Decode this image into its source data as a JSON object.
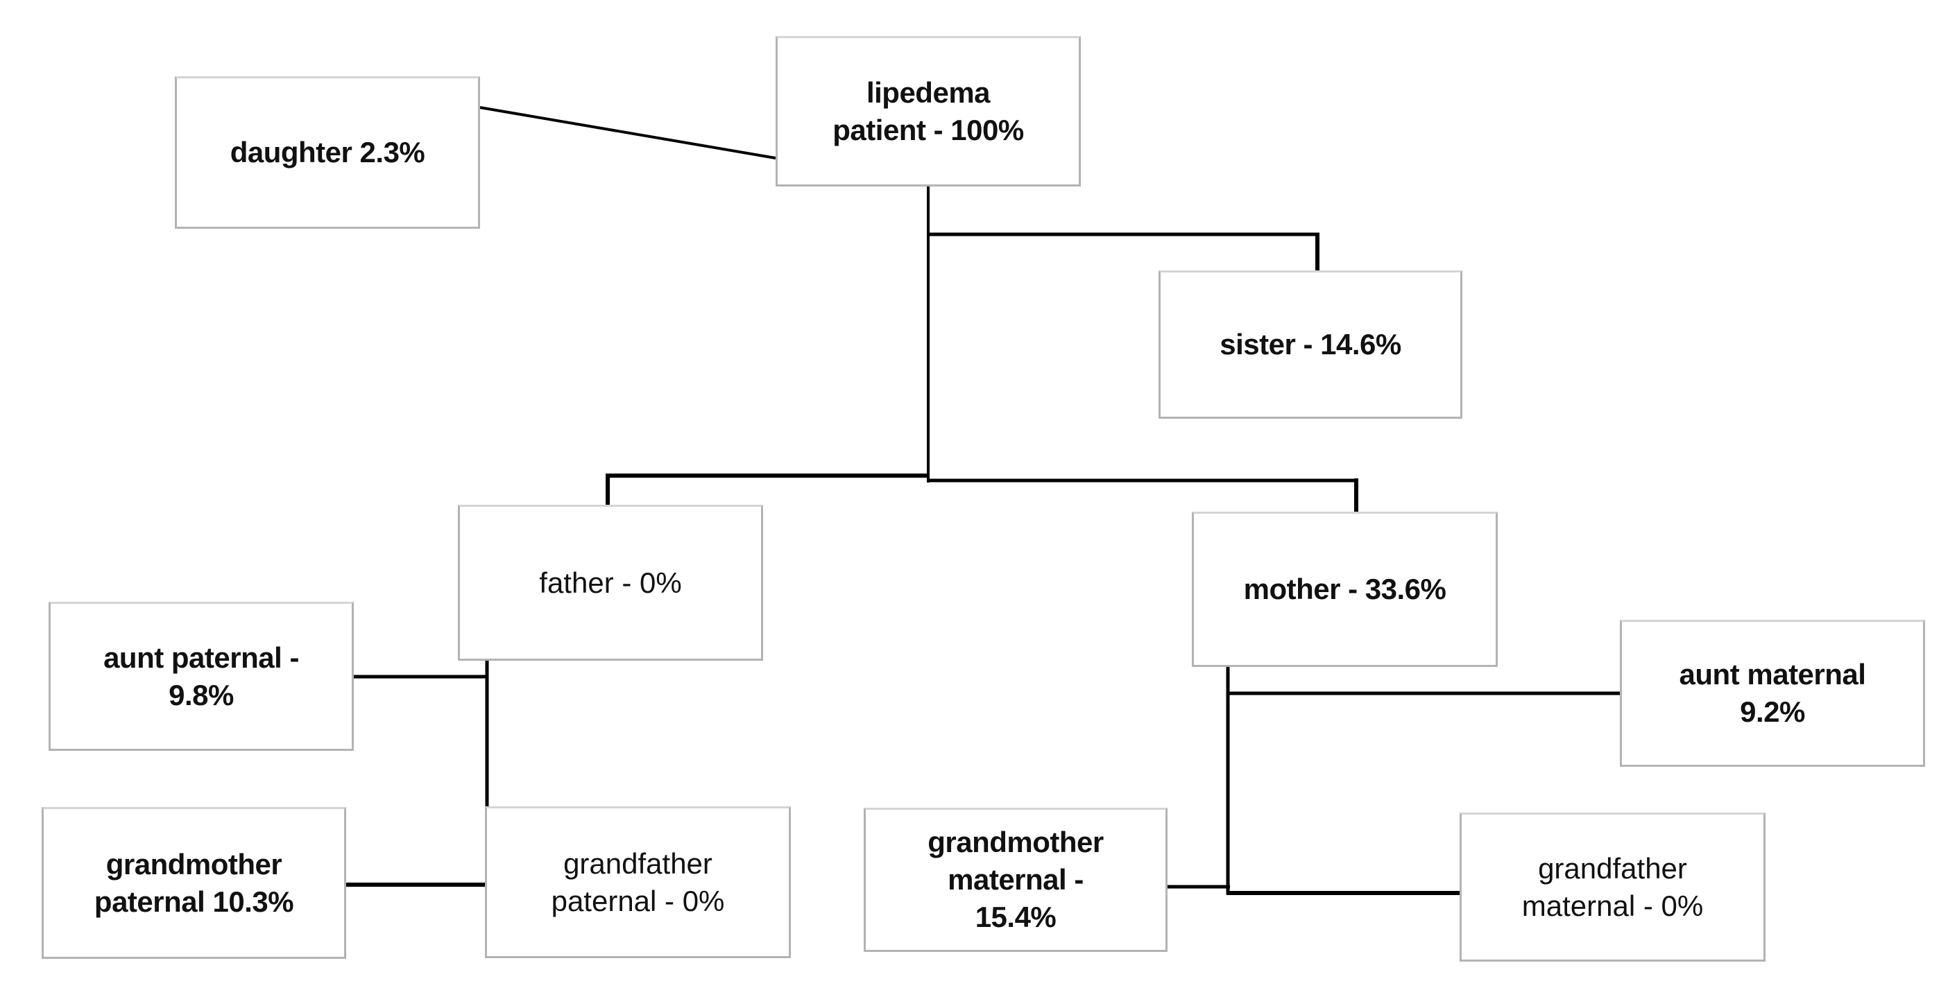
{
  "diagram": {
    "background_color": "#ffffff",
    "box_border_color": "#b3b3b3",
    "line_color": "#000000",
    "nodes": {
      "lipedema_patient": {
        "relation": "lipedema patient",
        "percent": "100%",
        "bold": true,
        "label": "lipedema\npatient - 100%"
      },
      "daughter": {
        "relation": "daughter",
        "percent": "2.3%",
        "bold": true,
        "label": "daughter 2.3%"
      },
      "sister": {
        "relation": "sister",
        "percent": "14.6%",
        "bold": true,
        "label": "sister - 14.6%"
      },
      "father": {
        "relation": "father",
        "percent": "0%",
        "bold": false,
        "label": "father - 0%"
      },
      "mother": {
        "relation": "mother",
        "percent": "33.6%",
        "bold": true,
        "label": "mother - 33.6%"
      },
      "aunt_paternal": {
        "relation": "aunt paternal",
        "percent": "9.8%",
        "bold": true,
        "label": "aunt paternal -\n9.8%"
      },
      "aunt_maternal": {
        "relation": "aunt maternal",
        "percent": "9.2%",
        "bold": true,
        "label": "aunt maternal\n9.2%"
      },
      "grandmother_paternal": {
        "relation": "grandmother paternal",
        "percent": "10.3%",
        "bold": true,
        "label": "grandmother\npaternal 10.3%"
      },
      "grandfather_paternal": {
        "relation": "grandfather paternal",
        "percent": "0%",
        "bold": false,
        "label": "grandfather\npaternal - 0%"
      },
      "grandmother_maternal": {
        "relation": "grandmother maternal",
        "percent": "15.4%",
        "bold": true,
        "label": "grandmother\nmaternal -\n15.4%"
      },
      "grandfather_maternal": {
        "relation": "grandfather maternal",
        "percent": "0%",
        "bold": false,
        "label": "grandfather\nmaternal - 0%"
      }
    },
    "edges": [
      [
        "daughter",
        "lipedema_patient"
      ],
      [
        "lipedema_patient",
        "sister"
      ],
      [
        "lipedema_patient",
        "father"
      ],
      [
        "lipedema_patient",
        "mother"
      ],
      [
        "father",
        "aunt_paternal"
      ],
      [
        "father",
        "grandfather_paternal"
      ],
      [
        "grandmother_paternal",
        "grandfather_paternal"
      ],
      [
        "mother",
        "aunt_maternal"
      ],
      [
        "mother",
        "grandmother_maternal"
      ],
      [
        "grandmother_maternal",
        "grandfather_maternal"
      ]
    ]
  }
}
